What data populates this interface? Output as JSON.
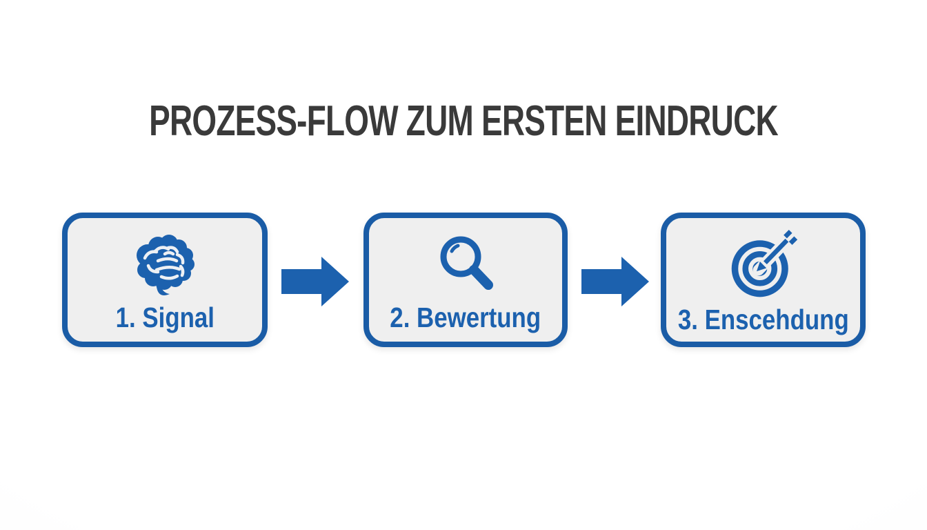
{
  "title": "PROZESS-FLOW ZUM ERSTEN EINDRUCK",
  "colors": {
    "accent": "#1c61ae",
    "border": "#1a5ca6",
    "box_bg": "#efefef",
    "title_text": "#3a3a3a"
  },
  "steps": [
    {
      "label": "1. Signal",
      "icon": "brain-icon"
    },
    {
      "label": "2. Bewertung",
      "icon": "magnifier-icon"
    },
    {
      "label": "3. Enscehdung",
      "icon": "target-icon"
    }
  ],
  "arrows": [
    {
      "icon": "arrow-right-icon"
    },
    {
      "icon": "arrow-right-icon"
    }
  ]
}
